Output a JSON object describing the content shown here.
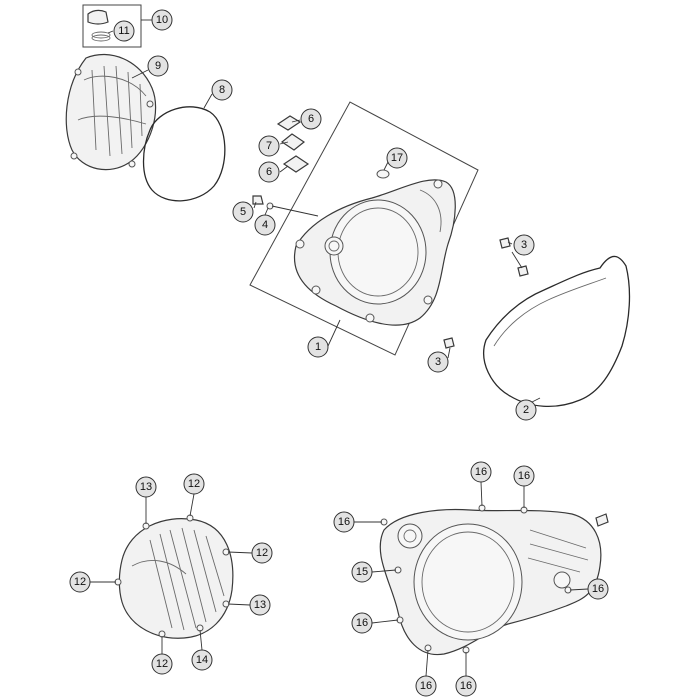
{
  "callouts": [
    {
      "id": "c10",
      "label": "10"
    },
    {
      "id": "c11",
      "label": "11"
    },
    {
      "id": "c9",
      "label": "9"
    },
    {
      "id": "c8",
      "label": "8"
    },
    {
      "id": "c6a",
      "label": "6"
    },
    {
      "id": "c7",
      "label": "7"
    },
    {
      "id": "c6b",
      "label": "6"
    },
    {
      "id": "c17",
      "label": "17"
    },
    {
      "id": "c5",
      "label": "5"
    },
    {
      "id": "c4",
      "label": "4"
    },
    {
      "id": "c3a",
      "label": "3"
    },
    {
      "id": "c3b",
      "label": "3"
    },
    {
      "id": "c1",
      "label": "1"
    },
    {
      "id": "c2",
      "label": "2"
    },
    {
      "id": "c13a",
      "label": "13"
    },
    {
      "id": "c12a",
      "label": "12"
    },
    {
      "id": "c12b",
      "label": "12"
    },
    {
      "id": "c12c",
      "label": "12"
    },
    {
      "id": "c13b",
      "label": "13"
    },
    {
      "id": "c12d",
      "label": "12"
    },
    {
      "id": "c14",
      "label": "14"
    },
    {
      "id": "c16a",
      "label": "16"
    },
    {
      "id": "c16b",
      "label": "16"
    },
    {
      "id": "c16c",
      "label": "16"
    },
    {
      "id": "c15",
      "label": "15"
    },
    {
      "id": "c16d",
      "label": "16"
    },
    {
      "id": "c16e",
      "label": "16"
    },
    {
      "id": "c16f",
      "label": "16"
    },
    {
      "id": "c16g",
      "label": "16"
    }
  ]
}
